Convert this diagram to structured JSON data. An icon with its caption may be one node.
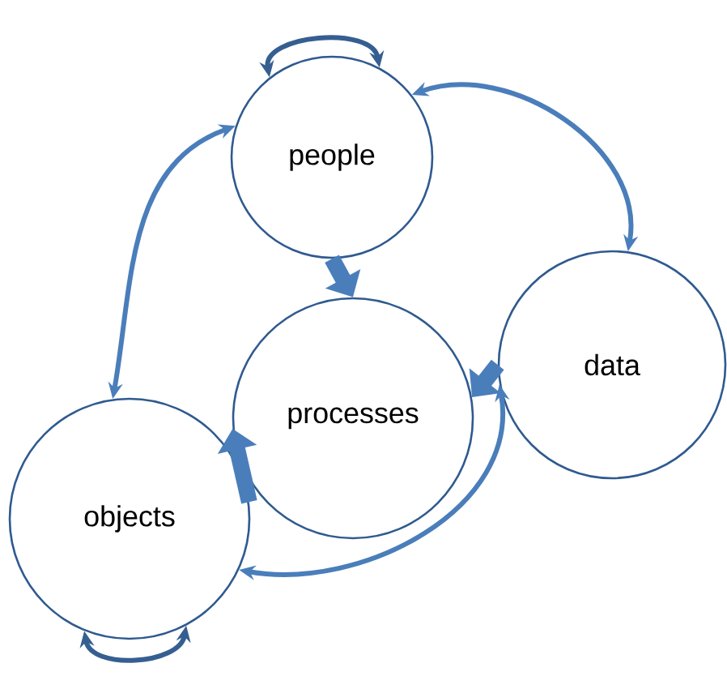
{
  "diagram": {
    "nodes": [
      {
        "text": [
          "people"
        ]
      },
      {
        "text": [
          "processes"
        ]
      },
      {
        "text": [
          "data"
        ]
      },
      {
        "text": [
          "objects"
        ]
      }
    ],
    "edges": [
      {
        "from": 0,
        "to": 0,
        "arrow": "both",
        "color": "#365f91"
      },
      {
        "from": 3,
        "to": 3,
        "arrow": "both",
        "color": "#365f91"
      },
      {
        "from": 0,
        "to": 2,
        "arrow": "both"
      },
      {
        "from": 0,
        "to": 3,
        "arrow": "both"
      },
      {
        "from": 3,
        "to": 2,
        "arrow": "both"
      },
      {
        "from": 0,
        "to": 1,
        "arrow": "to",
        "style": "thick"
      },
      {
        "from": 2,
        "to": 1,
        "arrow": "to",
        "style": "thick"
      },
      {
        "from": 3,
        "to": 1,
        "arrow": "to",
        "style": "thick"
      }
    ]
  }
}
